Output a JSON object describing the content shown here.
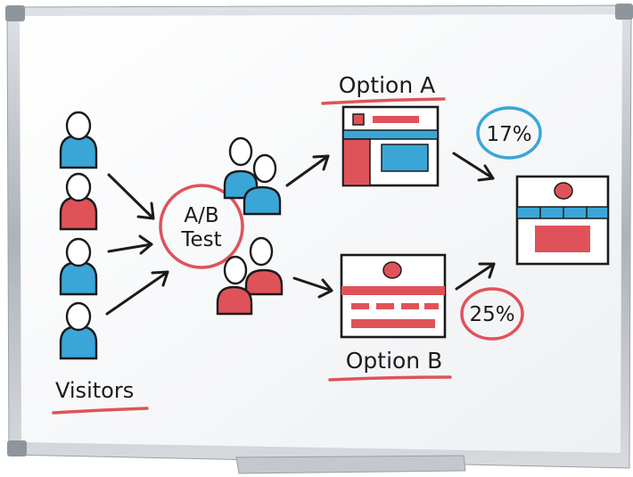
{
  "labels": {
    "test_line1": "A/B",
    "test_line2": "Test",
    "option_a": "Option A",
    "option_b": "Option B",
    "visitors": "Visitors",
    "pct_a": "17%",
    "pct_b": "25%"
  },
  "colors": {
    "ink": "#1b1b1b",
    "red": "#e0525a",
    "blue": "#3aa6d8",
    "frame": "#b9bec4",
    "board": "#f7f8fa"
  }
}
